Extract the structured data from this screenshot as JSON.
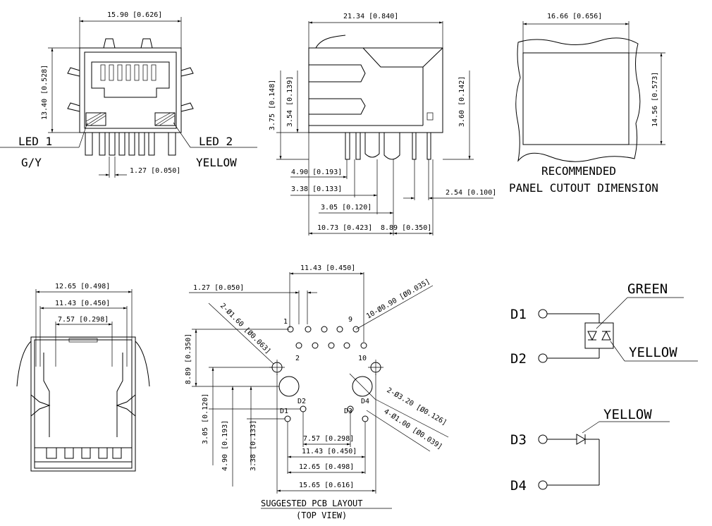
{
  "front_view": {
    "width_dim": "15.90 [0.626]",
    "height_dim": "13.40 [0.528]",
    "pitch_dim": "1.27 [0.050]",
    "led1": "LED 1",
    "led1_color": "G/Y",
    "led2": "LED 2",
    "led2_color": "YELLOW"
  },
  "side_view": {
    "length_dim": "21.34 [0.840]",
    "h1": "3.75 [0.148]",
    "h2": "3.54 [0.139]",
    "h3": "3.60 [0.142]",
    "d1": "4.90 [0.193]",
    "d2": "3.38 [0.133]",
    "d3": "3.05 [0.120]",
    "d4": "10.73 [0.423]",
    "d5": "8.89 [0.350]",
    "d6": "2.54 [0.100]"
  },
  "panel_cutout": {
    "width_dim": "16.66 [0.656]",
    "height_dim": "14.56 [0.573]",
    "caption_line1": "RECOMMENDED",
    "caption_line2": "PANEL CUTOUT DIMENSION"
  },
  "bottom_view": {
    "w1": "12.65 [0.498]",
    "w2": "11.43 [0.450]",
    "w3": "7.57 [0.298]"
  },
  "pcb_layout": {
    "top_width": "11.43 [0.450]",
    "pitch": "1.27 [0.050]",
    "hole_small": "10-Ø0.90 [Ø0.035]",
    "hole_mount": "2-Ø1.60 [Ø0.063]",
    "hole_big": "2-Ø3.20 [Ø0.126]",
    "hole_led": "4-Ø1.00 [Ø0.039]",
    "v1": "8.89 [0.350]",
    "v2": "3.05 [0.120]",
    "v3": "4.90 [0.193]",
    "v4": "3.38 [0.133]",
    "b1": "7.57 [0.298]",
    "b2": "11.43 [0.450]",
    "b3": "12.65 [0.498]",
    "b4": "15.65 [0.616]",
    "pin1": "1",
    "pin2": "2",
    "pin9": "9",
    "pin10": "10",
    "d1": "D1",
    "d2": "D2",
    "d3": "D3",
    "d4": "D4",
    "caption_line1": "SUGGESTED PCB LAYOUT",
    "caption_line2": "(TOP VIEW)"
  },
  "schematic": {
    "d1": "D1",
    "d2": "D2",
    "d3": "D3",
    "d4": "D4",
    "green": "GREEN",
    "yellow1": "YELLOW",
    "yellow2": "YELLOW"
  }
}
